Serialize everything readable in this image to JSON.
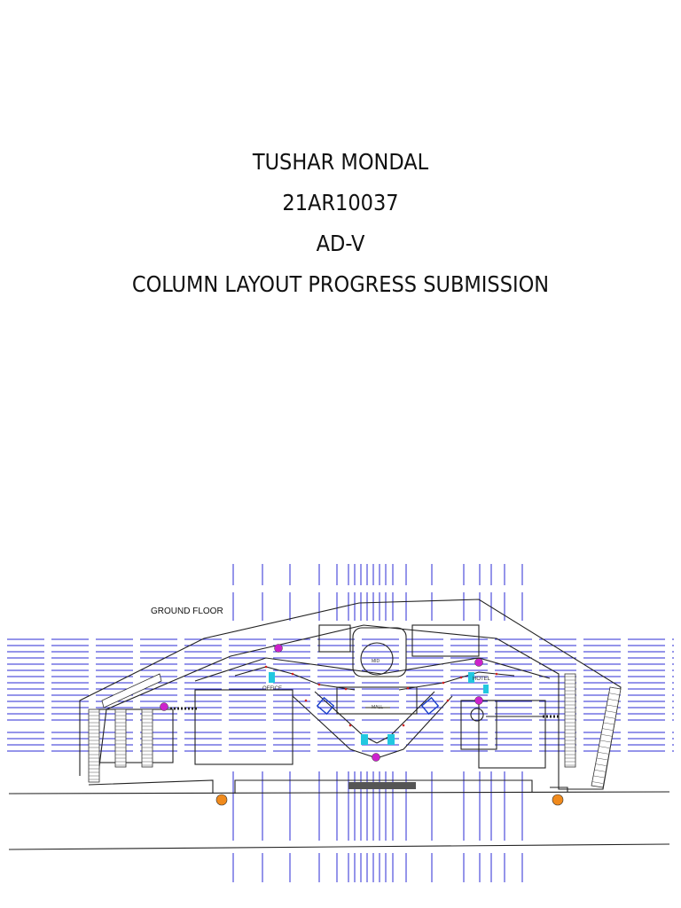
{
  "slide": {
    "title_lines": [
      "TUSHAR MONDAL",
      "21AR10037",
      "AD-V",
      "COLUMN LAYOUT PROGRESS SUBMISSION"
    ]
  },
  "drawing": {
    "floor_label": "GROUND FLOOR",
    "room_labels": {
      "mid": "MID",
      "office": "OFFICE",
      "hotel": "HOTEL",
      "mall": "MALL"
    },
    "colors": {
      "grid": "#2b2bd6",
      "outline": "#222222",
      "core_marker": "#cc22cc",
      "entry_marker": "#f08a1c",
      "circulation": "#22c8e0",
      "partition_dots": "#d42020"
    }
  }
}
